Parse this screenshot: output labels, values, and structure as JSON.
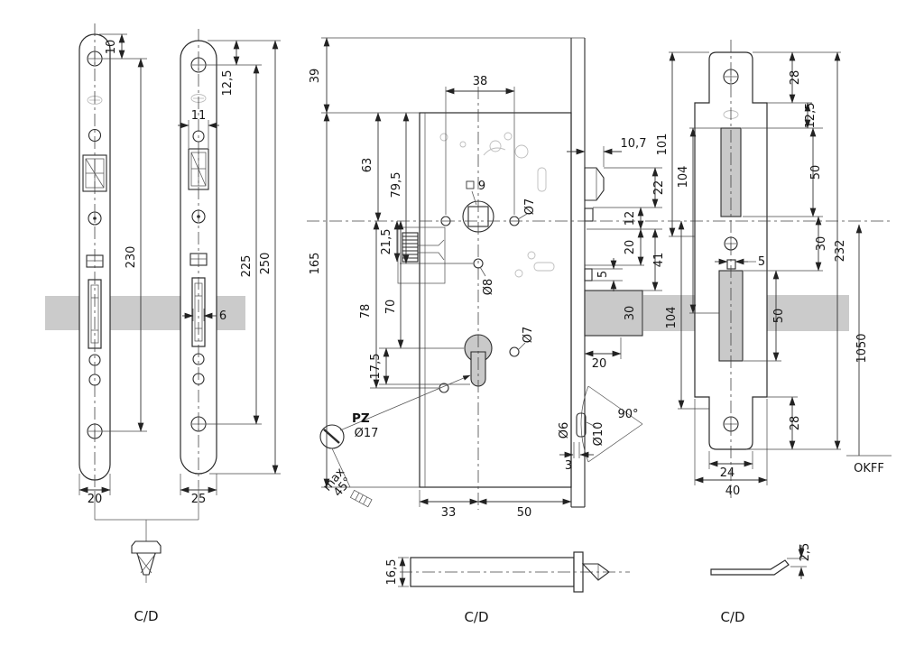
{
  "faceplate_narrow": {
    "top_hole_offset": "10",
    "hole_spacing": "230",
    "width": "20",
    "section": "C/D"
  },
  "faceplate_wide": {
    "top_hole_offset": "12,5",
    "latch_cutout_width": "11",
    "hole_spacing": "225",
    "total_height": "250",
    "bolt_slot_width": "6",
    "width": "25"
  },
  "lock_case": {
    "forend_offset": "39",
    "hole_pitch": "38",
    "dim_63": "63",
    "dim_79_5": "79,5",
    "follower_square": "9",
    "hole_upper": "Ø7",
    "case_height": "165",
    "dim_21_5": "21,5",
    "dim_78": "78",
    "dim_70": "70",
    "dim_17_5": "17,5",
    "hole_mid": "Ø8",
    "hole_lower": "Ø7",
    "dim_10_7": "10,7",
    "dim_22": "22",
    "dim_12": "12",
    "dim_20_right": "20",
    "dim_41": "41",
    "dim_5": "5",
    "bolt_height": "30",
    "bolt_throw": "20",
    "cylinder_type": "PZ",
    "cylinder_dia": "Ø17",
    "max_word": "max",
    "max_angle": "45°",
    "pin_dia_small": "Ø6",
    "pin_dia_large": "Ø10",
    "swing_angle": "90°",
    "dim_3": "3",
    "dim_33": "33",
    "backset": "50",
    "case_depth": "16,5",
    "section": "C/D"
  },
  "strike_plate": {
    "dim_28_top": "28",
    "dim_12_5": "12,5",
    "dim_101": "101",
    "dim_104_upper": "104",
    "dim_50_upper": "50",
    "dim_30": "30",
    "total_height": "232",
    "dim_5": "5",
    "dim_104_lower": "104",
    "cutout_height": "50",
    "dim_28_bottom": "28",
    "dim_24": "24",
    "dim_40": "40",
    "floor_distance": "1050",
    "floor_ref": "OKFF",
    "lip_thickness": "2,5",
    "section": "C/D"
  }
}
